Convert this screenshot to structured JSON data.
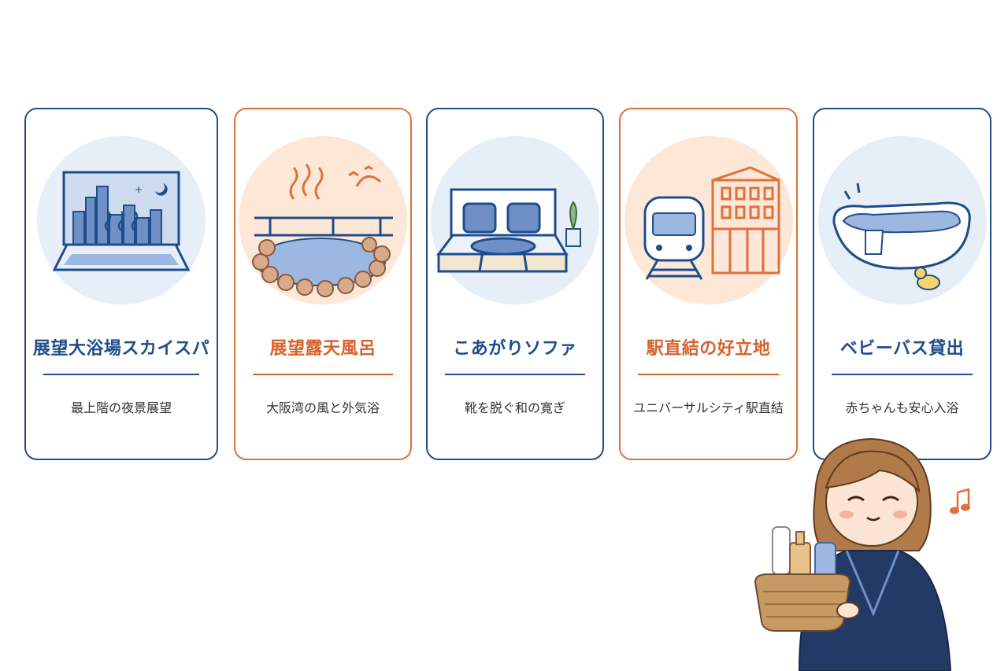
{
  "cards": [
    {
      "title": "展望大浴場スカイスパ",
      "subtitle": "最上階の夜景展望",
      "icon": "skyline-spa-icon",
      "accent": "#1f4d8c"
    },
    {
      "title": "展望露天風呂",
      "subtitle": "大阪湾の風と外気浴",
      "icon": "open-air-bath-icon",
      "accent": "#d9612a"
    },
    {
      "title": "こあがりソファ",
      "subtitle": "靴を脱ぐ和の寛ぎ",
      "icon": "sofa-icon",
      "accent": "#1f4d8c"
    },
    {
      "title": "駅直結の好立地",
      "subtitle": "ユニバーサルシティ駅直結",
      "icon": "train-station-icon",
      "accent": "#d9612a"
    },
    {
      "title": "ベビーバス貸出",
      "subtitle": "赤ちゃんも安心入浴",
      "icon": "baby-bath-icon",
      "accent": "#1f4d8c"
    }
  ],
  "mascot": {
    "icon": "smiling-woman-with-bath-basket-icon",
    "note": "music-note-icon"
  }
}
